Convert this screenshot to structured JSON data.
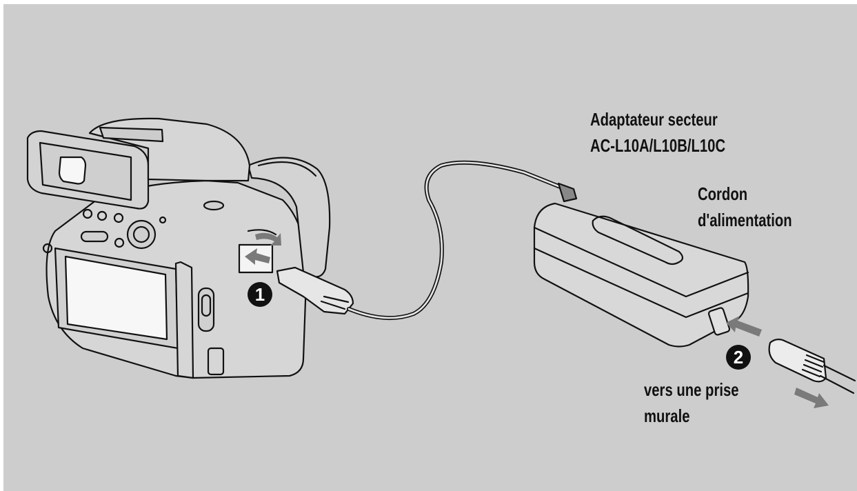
{
  "diagram": {
    "labels": {
      "adapter_line1": "Adaptateur secteur",
      "adapter_line2": "AC-L10A/L10B/L10C",
      "cord_line1": "Cordon",
      "cord_line2": "d'alimentation",
      "outlet_line1": "vers une prise",
      "outlet_line2": "murale"
    },
    "steps": [
      "1",
      "2"
    ],
    "colors": {
      "background": "#cdcdcd",
      "line": "#111111",
      "arrow": "#7a7a7a",
      "fill_light": "#e6e6e6",
      "fill_white": "#f7f7f7"
    }
  }
}
